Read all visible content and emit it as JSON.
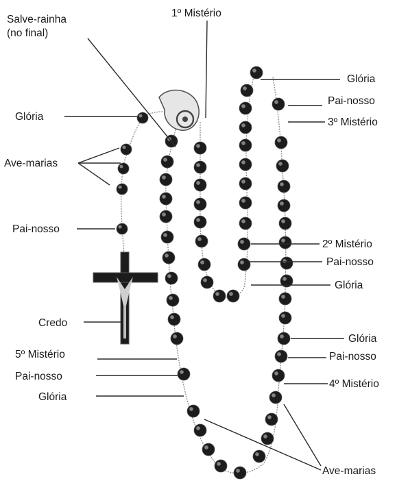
{
  "colors": {
    "ink": "#1a1a1a",
    "bead": "#1c1c1c",
    "chain": "#8a8a8a",
    "background": "#ffffff"
  },
  "labels": {
    "salve_rainha_1": "Salve-rainha",
    "salve_rainha_2": "(no final)",
    "misterio_1": "1º Mistério",
    "gloria_left": "Glória",
    "ave_marias_left": "Ave-marias",
    "pai_nosso_left": "Pai-nosso",
    "credo": "Credo",
    "misterio_5": "5º Mistério",
    "pai_nosso_5": "Pai-nosso",
    "gloria_5": "Glória",
    "gloria_top_right": "Glória",
    "pai_nosso_top_right": "Pai-nosso",
    "misterio_3": "3º Mistério",
    "misterio_2": "2º Mistério",
    "pai_nosso_2": "Pai-nosso",
    "gloria_2": "Glória",
    "gloria_4": "Glória",
    "pai_nosso_4": "Pai-nosso",
    "misterio_4": "4º Mistério",
    "ave_marias_bottom": "Ave-marias"
  }
}
